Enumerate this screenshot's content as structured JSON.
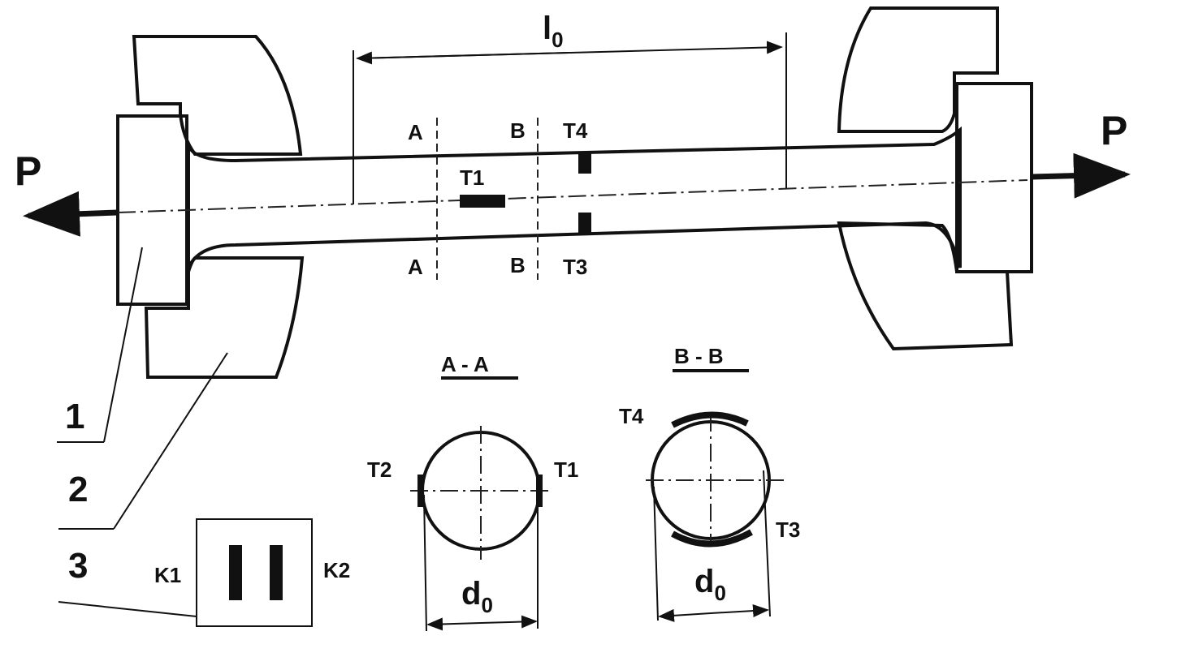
{
  "labels": {
    "force_left": "P",
    "force_right": "P",
    "gauge_length": "l",
    "gauge_length_sub": "0",
    "section_a_top": "A",
    "section_a_bottom": "A",
    "section_b_top": "B",
    "section_b_bottom": "B",
    "gauge_t1": "T1",
    "gauge_t4": "T4",
    "gauge_t3": "T3",
    "section_aa_title": "A - A",
    "section_bb_title": "B - B",
    "aa_t2": "T2",
    "aa_t1": "T1",
    "bb_t4": "T4",
    "bb_t3": "T3",
    "diameter_aa": "d",
    "diameter_aa_sub": "0",
    "diameter_bb": "d",
    "diameter_bb_sub": "0",
    "comp_k1": "K1",
    "comp_k2": "K2",
    "callout_1": "1",
    "callout_2": "2",
    "callout_3": "3"
  }
}
